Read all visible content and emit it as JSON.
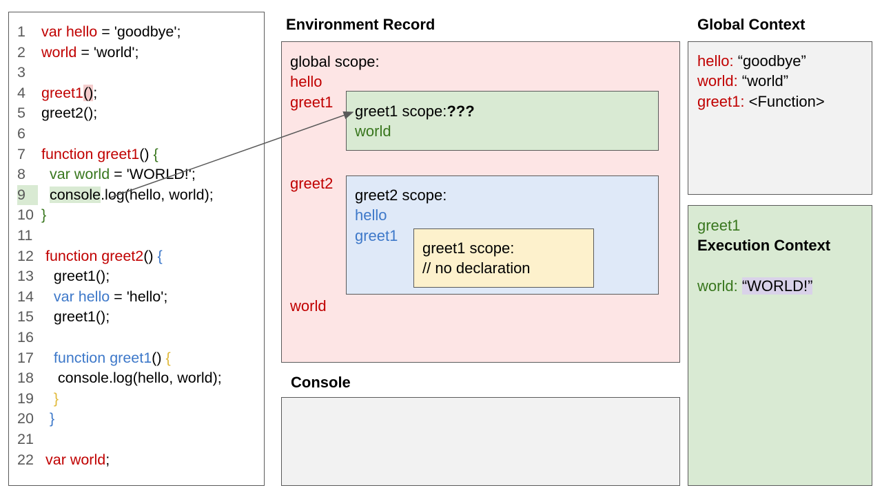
{
  "code": {
    "lines": [
      {
        "n": "1",
        "indent": "",
        "parts": [
          {
            "t": "var hello",
            "c": "red"
          },
          {
            "t": " = 'goodbye';",
            "c": "black"
          }
        ]
      },
      {
        "n": "2",
        "indent": "",
        "parts": [
          {
            "t": "world",
            "c": "red"
          },
          {
            "t": " = 'world';",
            "c": "black"
          }
        ]
      },
      {
        "n": "3",
        "indent": "",
        "parts": []
      },
      {
        "n": "4",
        "indent": "",
        "parts": [
          {
            "t": "greet1",
            "c": "red"
          },
          {
            "t": "()",
            "c": "black",
            "hl": "red"
          },
          {
            "t": ";",
            "c": "black"
          }
        ]
      },
      {
        "n": "5",
        "indent": "",
        "parts": [
          {
            "t": "greet2();",
            "c": "black"
          }
        ]
      },
      {
        "n": "6",
        "indent": "",
        "parts": []
      },
      {
        "n": "7",
        "indent": "",
        "parts": [
          {
            "t": "function greet1",
            "c": "red"
          },
          {
            "t": "() ",
            "c": "black"
          },
          {
            "t": "{",
            "c": "green"
          }
        ]
      },
      {
        "n": "8",
        "indent": "  ",
        "parts": [
          {
            "t": "var world",
            "c": "green"
          },
          {
            "t": " = 'WORLD!';",
            "c": "black"
          }
        ]
      },
      {
        "n": "9",
        "indent": "  ",
        "hl_num": "green",
        "parts": [
          {
            "t": "console",
            "c": "black",
            "hl": "green"
          },
          {
            "t": ".log(hello, world);",
            "c": "black"
          }
        ]
      },
      {
        "n": "10",
        "indent": "",
        "parts": [
          {
            "t": "}",
            "c": "green"
          }
        ]
      },
      {
        "n": "11",
        "indent": "",
        "parts": []
      },
      {
        "n": "12",
        "indent": " ",
        "parts": [
          {
            "t": "function greet2",
            "c": "red"
          },
          {
            "t": "() ",
            "c": "black"
          },
          {
            "t": "{",
            "c": "blue"
          }
        ]
      },
      {
        "n": "13",
        "indent": "   ",
        "parts": [
          {
            "t": "greet1();",
            "c": "black"
          }
        ]
      },
      {
        "n": "14",
        "indent": "   ",
        "parts": [
          {
            "t": "var hello",
            "c": "blue"
          },
          {
            "t": " = 'hello';",
            "c": "black"
          }
        ]
      },
      {
        "n": "15",
        "indent": "   ",
        "parts": [
          {
            "t": "greet1();",
            "c": "black"
          }
        ]
      },
      {
        "n": "16",
        "indent": "",
        "parts": []
      },
      {
        "n": "17",
        "indent": "   ",
        "parts": [
          {
            "t": "function greet1",
            "c": "blue"
          },
          {
            "t": "() ",
            "c": "black"
          },
          {
            "t": "{",
            "c": "yellow"
          }
        ]
      },
      {
        "n": "18",
        "indent": "    ",
        "parts": [
          {
            "t": "console.log(hello, world);",
            "c": "black"
          }
        ]
      },
      {
        "n": "19",
        "indent": "   ",
        "parts": [
          {
            "t": "}",
            "c": "yellow"
          }
        ]
      },
      {
        "n": "20",
        "indent": "  ",
        "parts": [
          {
            "t": "}",
            "c": "blue"
          }
        ]
      },
      {
        "n": "21",
        "indent": "",
        "parts": []
      },
      {
        "n": "22",
        "indent": " ",
        "parts": [
          {
            "t": "var world",
            "c": "red"
          },
          {
            "t": ";",
            "c": "black"
          }
        ]
      }
    ]
  },
  "titles": {
    "env": "Environment Record",
    "console": "Console",
    "global": "Global Context"
  },
  "env": {
    "global_label": "global scope:",
    "hello": "hello",
    "greet1": "greet1",
    "greet2": "greet2",
    "world": "world",
    "g1_scope_label": "greet1 scope:",
    "g1_scope_unknown": "???",
    "g1_world": "world",
    "g2_scope_label": "greet2 scope:",
    "g2_hello": "hello",
    "g2_greet1": "greet1",
    "inner_scope_label": "greet1 scope:",
    "inner_scope_note": "// no declaration"
  },
  "global_ctx": {
    "hello_key": "hello:",
    "hello_val": " “goodbye”",
    "world_key": "world:",
    "world_val": " “world”",
    "greet1_key": "greet1:",
    "greet1_val": " <Function>"
  },
  "exec_ctx": {
    "name": "greet1",
    "title": "Execution Context",
    "world_key": "world:",
    "world_val": "“WORLD!”"
  },
  "colors": {
    "red": "#c00000",
    "green": "#38761d",
    "blue": "#3d78c9",
    "yellow": "#e0b93a",
    "env_bg": "#fde5e5",
    "green_bg": "#d9ead3",
    "blue_bg": "#dfe9f8",
    "yellow_bg": "#fdf1cc",
    "gray_bg": "#f2f2f2"
  }
}
